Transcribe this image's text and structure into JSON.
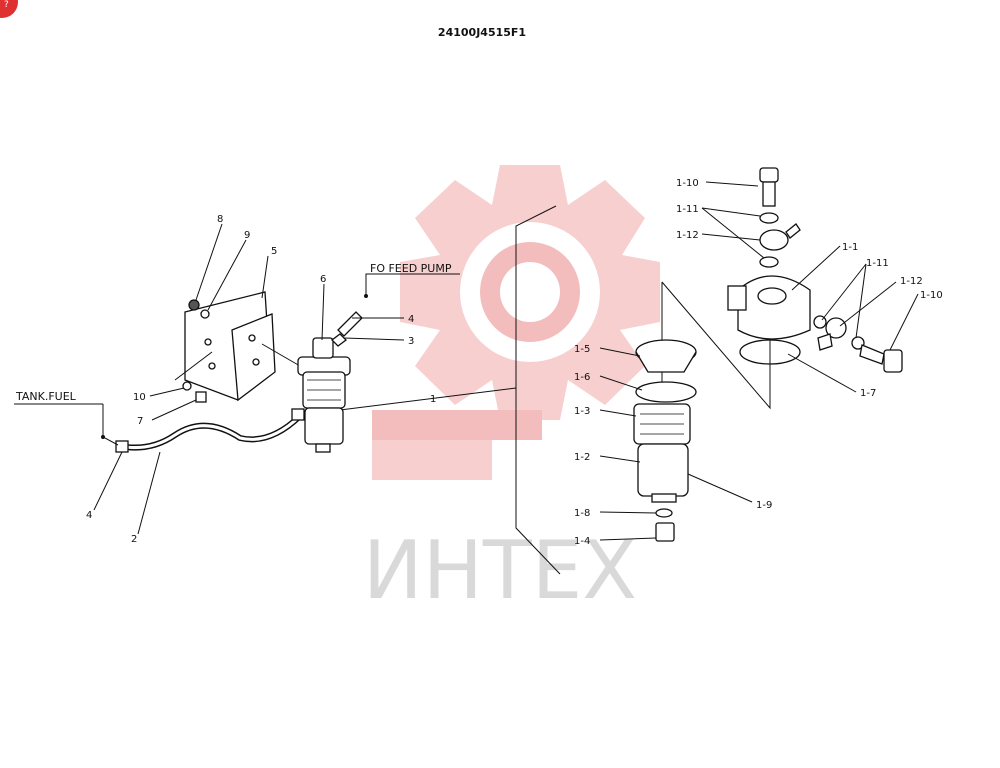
{
  "drawing_number": "24100J4515F1",
  "corner_badge": "?",
  "watermark_text": "ИНТЕХ",
  "colors": {
    "watermark_gear": "#f3b2b2",
    "watermark_text": "#dcdcdc",
    "badge": "#e03131",
    "line": "#111111"
  },
  "callouts": {
    "tank_fuel": "TANK.FUEL",
    "fo_feed_pump": "FO  FEED PUMP"
  },
  "part_labels": {
    "p2": "2",
    "p3": "3",
    "p4a": "4",
    "p4b": "4",
    "p5": "5",
    "p6": "6",
    "p7": "7",
    "p8": "8",
    "p9": "9",
    "p10": "10",
    "p1": "1",
    "p1_1": "1-1",
    "p1_2": "1-2",
    "p1_3": "1-3",
    "p1_4": "1-4",
    "p1_5": "1-5",
    "p1_6": "1-6",
    "p1_7": "1-7",
    "p1_8": "1-8",
    "p1_9": "1-9",
    "p1_10a": "1-10",
    "p1_10b": "1-10",
    "p1_11a": "1-11",
    "p1_11b": "1-11",
    "p1_12a": "1-12",
    "p1_12b": "1-12"
  }
}
